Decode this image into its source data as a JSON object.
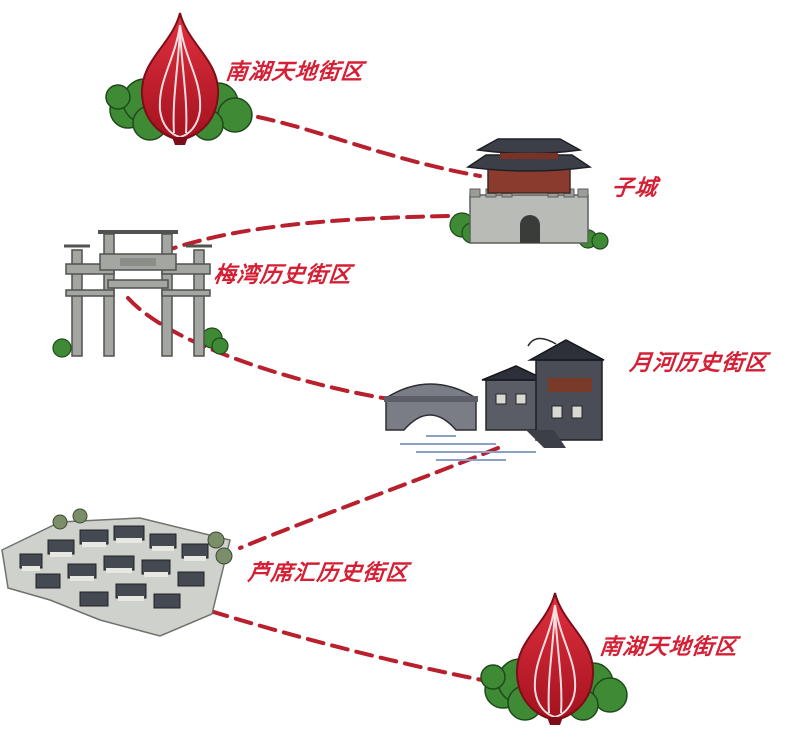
{
  "route": {
    "stops": [
      {
        "id": "nanhu-1",
        "name": "南湖天地街区",
        "icon": "flame-sculpture-icon"
      },
      {
        "id": "zicheng",
        "name": "子城",
        "icon": "city-gate-icon"
      },
      {
        "id": "meiwan",
        "name": "梅湾历史街区",
        "icon": "stone-archway-icon"
      },
      {
        "id": "yuehe",
        "name": "月河历史街区",
        "icon": "bridge-houses-icon"
      },
      {
        "id": "luxihui",
        "name": "芦席汇历史街区",
        "icon": "old-town-icon"
      },
      {
        "id": "nanhu-2",
        "name": "南湖天地街区",
        "icon": "flame-sculpture-icon"
      }
    ]
  },
  "colors": {
    "accent": "#d51f34",
    "path": "#b8202e",
    "foliage": "#3f8a34",
    "stone": "#a3a6a1",
    "roof": "#3c3f48"
  }
}
